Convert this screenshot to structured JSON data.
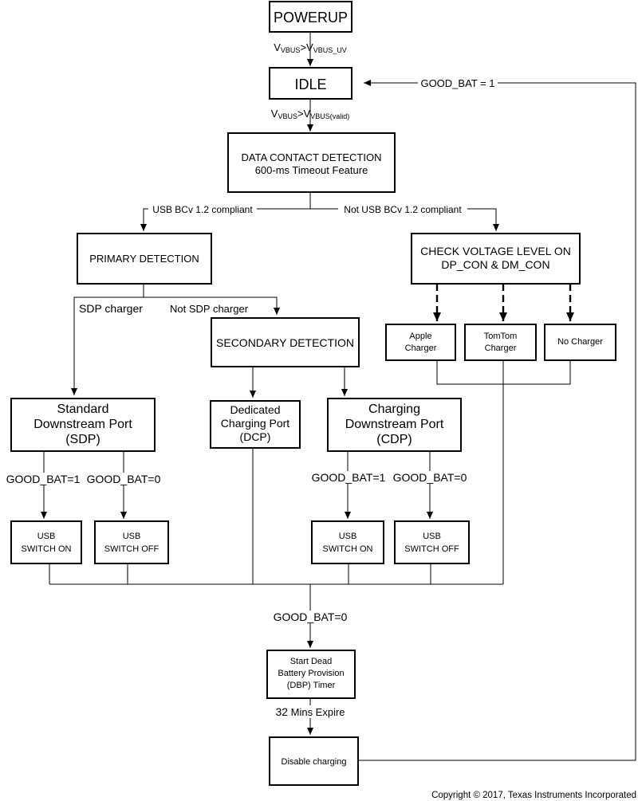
{
  "nodes": {
    "powerup": {
      "label": "POWERUP"
    },
    "idle": {
      "label": "IDLE"
    },
    "data_contact": {
      "line1": "DATA CONTACT DETECTION",
      "line2": "600-ms Timeout Feature"
    },
    "primary": {
      "label": "PRIMARY DETECTION"
    },
    "check_voltage": {
      "line1": "CHECK VOLTAGE LEVEL ON",
      "line2": "DP_CON & DM_CON"
    },
    "apple": {
      "line1": "Apple",
      "line2": "Charger"
    },
    "tomtom": {
      "line1": "TomTom",
      "line2": "Charger"
    },
    "no_charger": {
      "label": "No Charger"
    },
    "secondary": {
      "label": "SECONDARY DETECTION"
    },
    "sdp": {
      "line1": "Standard",
      "line2": "Downstream Port",
      "line3": "(SDP)"
    },
    "dcp": {
      "line1": "Dedicated",
      "line2": "Charging Port",
      "line3": "(DCP)"
    },
    "cdp": {
      "line1": "Charging",
      "line2": "Downstream Port",
      "line3": "(CDP)"
    },
    "usb_on_1": {
      "line1": "USB",
      "line2": "SWITCH ON"
    },
    "usb_off_1": {
      "line1": "USB",
      "line2": "SWITCH OFF"
    },
    "usb_on_2": {
      "line1": "USB",
      "line2": "SWITCH ON"
    },
    "usb_off_2": {
      "line1": "USB",
      "line2": "SWITCH OFF"
    },
    "dbp_timer": {
      "line1": "Start Dead",
      "line2": "Battery Provision",
      "line3": "(DBP) Timer"
    },
    "disable": {
      "label": "Disable charging"
    }
  },
  "edges": {
    "vbus_uv": {
      "v": "V",
      "sub1": "VBUS",
      "gt": ">",
      "v2": "V",
      "sub2": "VBUS_UV"
    },
    "vbus_valid": {
      "v": "V",
      "sub1": "VBUS",
      "gt": ">",
      "v2": "V",
      "sub2": "VBUS(valid)"
    },
    "good_bat_return": "GOOD_BAT = 1",
    "usb_bc_compliant": "USB BCv 1.2 compliant",
    "not_usb_bc_compliant": "Not USB BCv 1.2 compliant",
    "sdp_charger": "SDP charger",
    "not_sdp_charger": "Not SDP charger",
    "sdp_good_bat_1": "GOOD_BAT=1",
    "sdp_good_bat_0": "GOOD_BAT=0",
    "cdp_good_bat_1": "GOOD_BAT=1",
    "cdp_good_bat_0": "GOOD_BAT=0",
    "merge_good_bat_0": "GOOD_BAT=0",
    "mins_expire": {
      "num": "32",
      "rest": " Mins Expire"
    }
  },
  "footer": {
    "copyright": "Copyright © 2017, Texas Instruments Incorporated"
  }
}
